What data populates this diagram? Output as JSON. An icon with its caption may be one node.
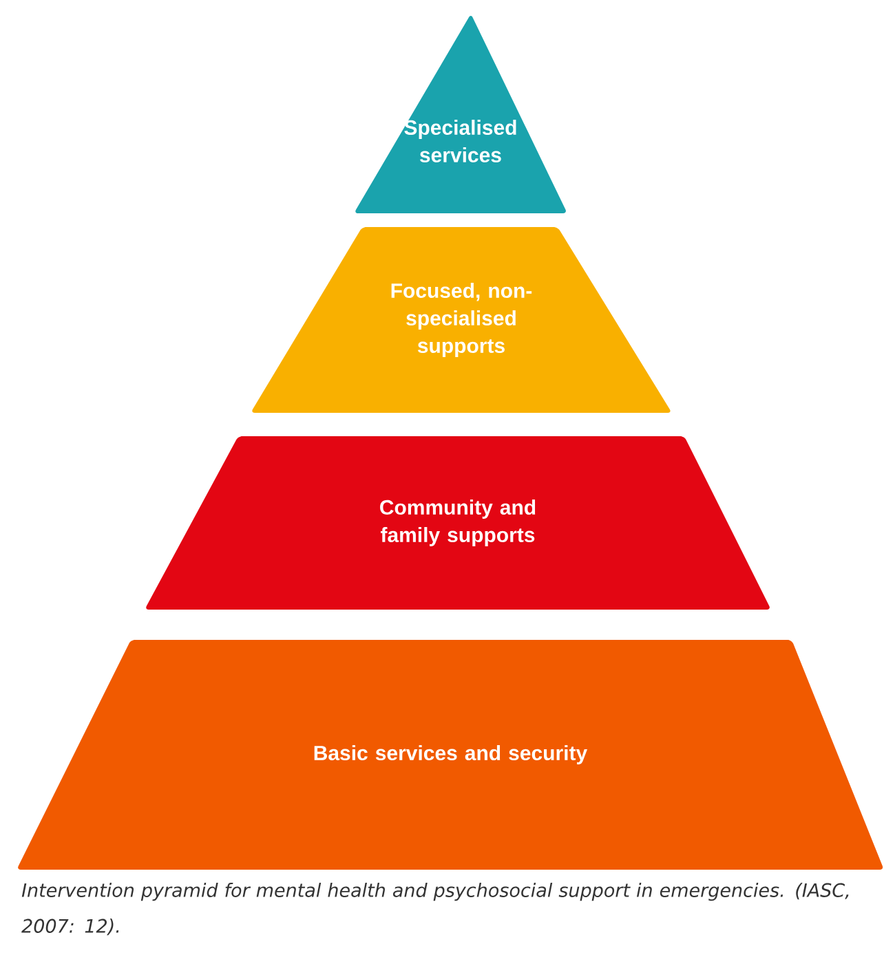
{
  "diagram": {
    "caption": "Intervention pyramid for mental health and psychosocial support in emergencies. (IASC, 2007: 12).",
    "nodes": [
      {
        "text": [
          "Specialised services"
        ]
      },
      {
        "text": [
          "Focused, non-specialised supports"
        ]
      },
      {
        "text": [
          "Community and family supports"
        ]
      },
      {
        "text": [
          "Basic services and security"
        ]
      }
    ]
  }
}
